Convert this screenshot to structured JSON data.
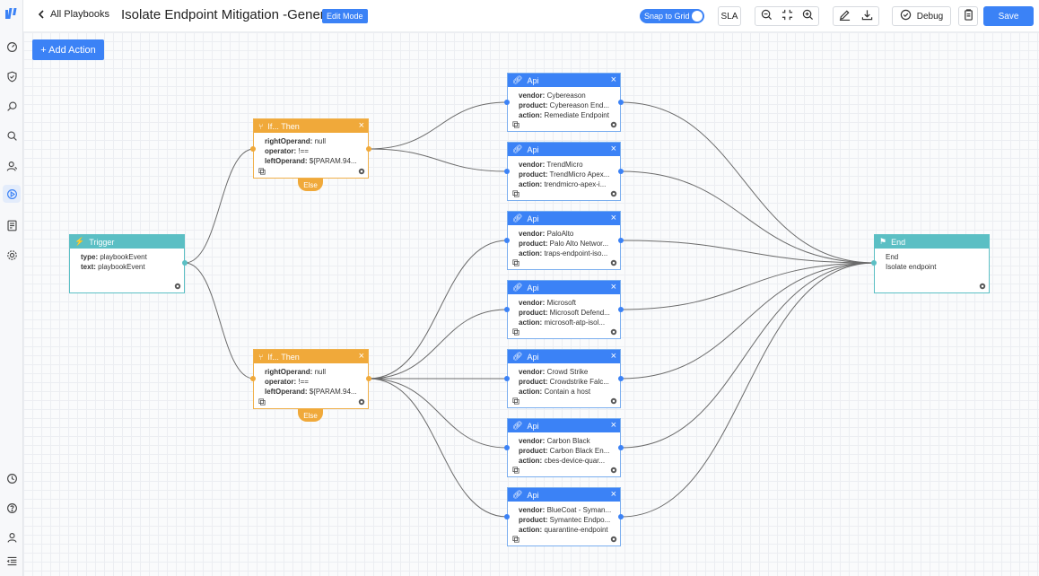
{
  "header": {
    "back_label": "All Playbooks",
    "title": "Isolate Endpoint Mitigation -Generic",
    "mode_badge": "Edit Mode",
    "snap_label": "Snap to Grid",
    "sla_label": "SLA",
    "debug_label": "Debug",
    "save_label": "Save"
  },
  "toolbar": {
    "add_action_label": "+ Add Action"
  },
  "nodes": {
    "trigger": {
      "title": "Trigger",
      "l1k": "type:",
      "l1v": "playbookEvent",
      "l2k": "text:",
      "l2v": "playbookEvent"
    },
    "if1": {
      "title": "If... Then",
      "l1k": "rightOperand:",
      "l1v": "null",
      "l2k": "operator:",
      "l2v": "!==",
      "l3k": "leftOperand:",
      "l3v": "${PARAM.94...",
      "else": "Else"
    },
    "if2": {
      "title": "If... Then",
      "l1k": "rightOperand:",
      "l1v": "null",
      "l2k": "operator:",
      "l2v": "!==",
      "l3k": "leftOperand:",
      "l3v": "${PARAM.94...",
      "else": "Else"
    },
    "apis": [
      {
        "title": "Api",
        "vendor": "Cybereason",
        "product": "Cybereason End...",
        "action": "Remediate Endpoint"
      },
      {
        "title": "Api",
        "vendor": "TrendMicro",
        "product": "TrendMicro Apex...",
        "action": "trendmicro-apex-i..."
      },
      {
        "title": "Api",
        "vendor": "PaloAlto",
        "product": "Palo Alto Networ...",
        "action": "traps-endpoint-iso..."
      },
      {
        "title": "Api",
        "vendor": "Microsoft",
        "product": "Microsoft Defend...",
        "action": "microsoft-atp-isol..."
      },
      {
        "title": "Api",
        "vendor": "Crowd Strike",
        "product": "Crowdstrike Falc...",
        "action": "Contain a host"
      },
      {
        "title": "Api",
        "vendor": "Carbon Black",
        "product": "Carbon Black En...",
        "action": "cbes-device-quar..."
      },
      {
        "title": "Api",
        "vendor": "BlueCoat - Syman...",
        "product": "Symantec Endpo...",
        "action": "quarantine-endpoint"
      }
    ],
    "api_keys": {
      "vendor": "vendor:",
      "product": "product:",
      "action": "action:"
    },
    "end": {
      "title": "End",
      "line1": "End",
      "line2": "Isolate endpoint"
    }
  },
  "colors": {
    "accent": "#3b82f6",
    "ifthen": "#f0a93a",
    "trigger": "#5bbfc4"
  },
  "icons": {
    "sidebar": [
      "dashboard-icon",
      "shield-check-icon",
      "search-doc-icon",
      "search-icon",
      "user-icon",
      "playbook-icon",
      "report-icon",
      "settings-icon",
      "clock-icon",
      "help-icon",
      "profile-icon",
      "collapse-icon"
    ],
    "header": [
      "chevron-left-icon",
      "zoom-out-icon",
      "fit-screen-icon",
      "zoom-in-icon",
      "edit-icon",
      "download-icon",
      "debug-icon",
      "clipboard-icon"
    ]
  }
}
